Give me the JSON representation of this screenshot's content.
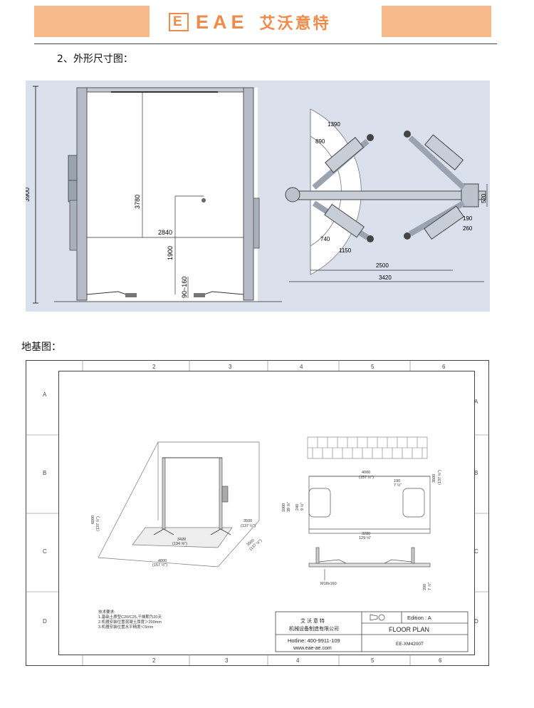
{
  "header": {
    "logo_mark": "E",
    "logo_text": "EAE",
    "logo_cn": "艾沃意特",
    "colors": {
      "accent": "#f6b98a",
      "logo": "#f08a4b"
    }
  },
  "section1": {
    "heading": "2、外形尺寸图：",
    "side_dims": {
      "total_height": "3900",
      "column_height": "3780",
      "width": "2840",
      "arm_height": "1900",
      "pad_height": "90~160"
    },
    "top_dims": {
      "r1": "1390",
      "r2": "890",
      "a1": "740",
      "a2": "1150",
      "d2500": "2500",
      "d3420": "3420",
      "d520": "520",
      "d190": "190",
      "d260": "260"
    }
  },
  "section2": {
    "heading": "地基图：",
    "grid_cols": [
      "2",
      "3",
      "4",
      "5",
      "6"
    ],
    "grid_rows": [
      "A",
      "B",
      "C",
      "D"
    ],
    "iso": {
      "h": "6000",
      "h_in": "(137 ½\")",
      "w1": "3500",
      "w1_in": "(137 ½\")",
      "w2": "3420",
      "w2_in": "(134 ⅝\")",
      "w3": "4000",
      "w3_in": "(157 ½\")",
      "w4": "3500",
      "w4_in": "(137 ½\")"
    },
    "plan": {
      "d4000": "4000",
      "d4000_in": "(157 ½\")",
      "d190": "190",
      "d190_in": "7 ½\"",
      "d3500": "3500",
      "d3500_in": "(137 ½\")",
      "d1000": "1000",
      "d1000_in": "39 ⅜\"",
      "d240": "240",
      "d240_in": "9 ½\"",
      "d3280": "3280",
      "d3280_in": "129 ⅛\""
    },
    "elev": {
      "bolt": "M18x160",
      "d200": "200",
      "d200_in": "7 ⅞\""
    },
    "notes": {
      "title": "技术要求:",
      "line1": "1.基础土质型C20/C25,干燥期为20天",
      "line2": "2.机器安装位置混凝土厚度＞200mm",
      "line3": "3.机器安装位置水平精度＜5mm"
    },
    "title_block": {
      "company_short": "艾 沃 意 特",
      "company_full": "机械设备制造有限公司",
      "hotline": "Hotline: 400-9911-109",
      "website": "www.eae-ae.com",
      "edition": "Edition : A",
      "plan_title": "FLOOR PLAN",
      "model": "EE-XM4200T"
    }
  }
}
